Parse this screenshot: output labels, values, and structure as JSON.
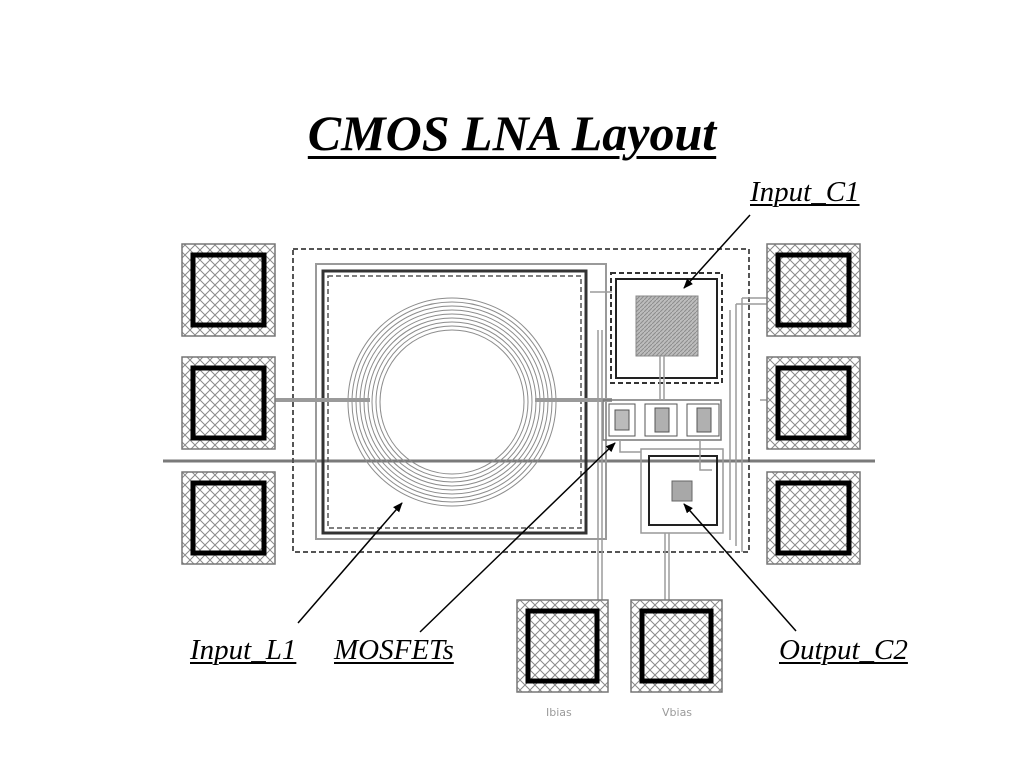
{
  "title": "CMOS LNA Layout",
  "labels": {
    "input_c1": "Input_C1",
    "input_l1": "Input_L1",
    "mosfets": "MOSFETs",
    "output_c2": "Output_C2"
  },
  "pins": {
    "ibias": "Ibias",
    "vbias": "Vbias"
  }
}
